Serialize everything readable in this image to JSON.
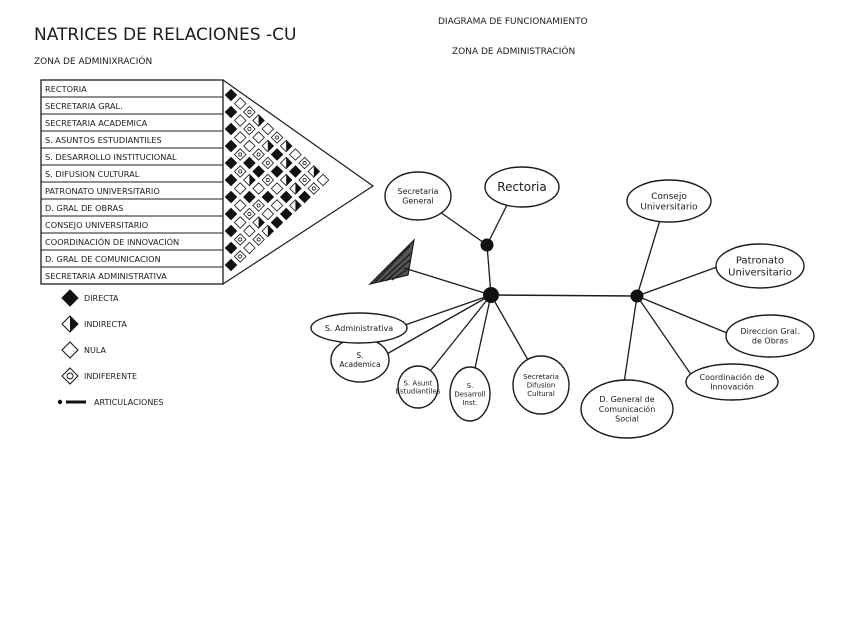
{
  "left_title": "NATRICES DE RELACIONES -CU",
  "left_subtitle": "ZONA DE ADMINIXRACIÓN",
  "right_title": "DIAGRAMA DE FUNCIONAMIENTO",
  "right_subtitle": "ZONA DE ADMINISTRACIÓN",
  "matrix_rows": [
    "RECTORIA",
    "SECRETARIA GRAL.",
    "SECRETARIA ACADEMICA",
    "S. ASUNTOS ESTUDIANTILES",
    "S. DESARROLLO INSTITUCIONAL",
    "S. DIFUSION CULTURAL",
    "PATRONATO UNIVERSITARIO",
    "D. GRAL DE OBRAS",
    "CONSEJO UNIVERSITARIO",
    "COORDINACIÓN DE INNOVACIÓN",
    "D. GRAL DE COMUNICACION",
    "SECRETARIA ADMINISTRATIVA"
  ],
  "legend": [
    {
      "symbol": "directa",
      "label": "DIRECTA"
    },
    {
      "symbol": "indirecta",
      "label": "INDIRECTA"
    },
    {
      "symbol": "nula",
      "label": "NULA"
    },
    {
      "symbol": "indiferente",
      "label": "INDIFERENTE"
    },
    {
      "symbol": "articulacion",
      "label": "ARTICULACIONES"
    }
  ],
  "nodes": {
    "secretaria_general": [
      "Secretaria",
      "General"
    ],
    "rectoria": [
      "Rectoria"
    ],
    "consejo": [
      "Consejo",
      "Universitario"
    ],
    "patronato": [
      "Patronato",
      "Universitario"
    ],
    "obras": [
      "Direccion Gral.",
      "de Obras"
    ],
    "innovacion": [
      "Coordinación de",
      "Innovación"
    ],
    "comunicacion": [
      "D. General de",
      "Comunicación",
      "Social"
    ],
    "difusion": [
      "Secretaria",
      "Difusion",
      "Cultural"
    ],
    "desarrollo": [
      "S.",
      "Desarroll",
      "Inst."
    ],
    "estudiantiles": [
      "S. Asunt",
      "Estudiantiles"
    ],
    "academica": [
      "S.",
      "Academica"
    ],
    "administrativa": [
      "S. Administrativa"
    ]
  },
  "colors": {
    "ink": "#1c1c1c",
    "paper": "#ffffff"
  }
}
